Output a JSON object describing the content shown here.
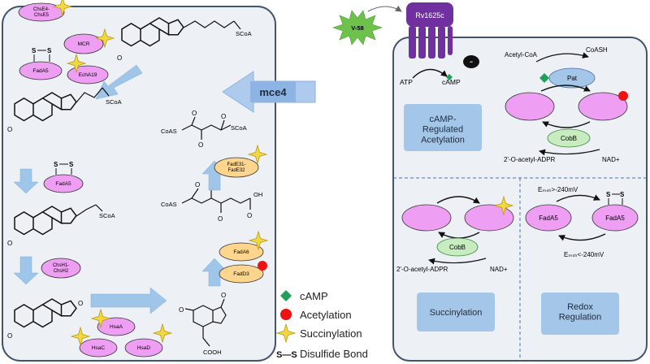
{
  "left_panel": {
    "mce4": "mce4",
    "enzymes": {
      "chse": "ChsE4-\nChsE5",
      "mcr": "MCR",
      "fada5_top": "FadA5",
      "echa19": "EchA19",
      "fada5_mid": "FadA5",
      "chsh": "ChsH1-\nChsH2",
      "hsaa": "HsaA",
      "hsac": "HsaC",
      "hsad": "HsaD",
      "fade": "FadE31-\nFadE32",
      "fada6": "FadA6",
      "fadd3": "FadD3"
    },
    "mol_labels": {
      "scoa_1": "SCoA",
      "scoa_2": "SCoA",
      "scoa_3": "SCoA",
      "coas_1": "CoAS",
      "scoa_4": "SCoA",
      "coas_2": "CoAS",
      "oh": "OH",
      "cooh": "COOH"
    }
  },
  "legend": {
    "items": [
      {
        "label": "cAMP",
        "symbol": "diamond",
        "color": "#22a05a"
      },
      {
        "label": "Acetylation",
        "symbol": "circle",
        "color": "#ee1111"
      },
      {
        "label": "Succinylation",
        "symbol": "star",
        "color": "#f3d742"
      },
      {
        "label": "Disulfide Bond",
        "symbol": "S—S",
        "color": "#111111"
      }
    ]
  },
  "right_panel": {
    "v58": "V-58",
    "rv1625c": "Rv1625c",
    "atp": "ATP",
    "camp": "cAMP",
    "acetyl_coa": "Acetyl-CoA",
    "coash": "CoASH",
    "pat": "Pat",
    "cobb_top": "CobB",
    "cobb_bottom": "CobB",
    "adpr_top": "2'-O-acetyl-ADPR",
    "nad_top": "NAD+",
    "adpr_bottom": "2'-O-acetyl-ADPR",
    "nad_bottom": "NAD+",
    "camp_box": "cAMP-\nRegulated\nAcetylation",
    "succ_box": "Succinylation",
    "redox_box": "Redox\nRegulation",
    "fada5_left": "FadA5",
    "fada5_right": "FadA5",
    "emsh_high": "Eₘₛₕ>-240mV",
    "emsh_low": "Eₘₛₕ<-240mV"
  },
  "colors": {
    "panel_fill": "#edf1f6",
    "panel_border": "#44546a",
    "pink": "#ef9ff3",
    "orange": "#fdd58c",
    "green": "#c7ecc0",
    "blue_box": "#a4c6e8",
    "arrow_blue": "#9fc5e9",
    "purple": "#7030a0"
  }
}
